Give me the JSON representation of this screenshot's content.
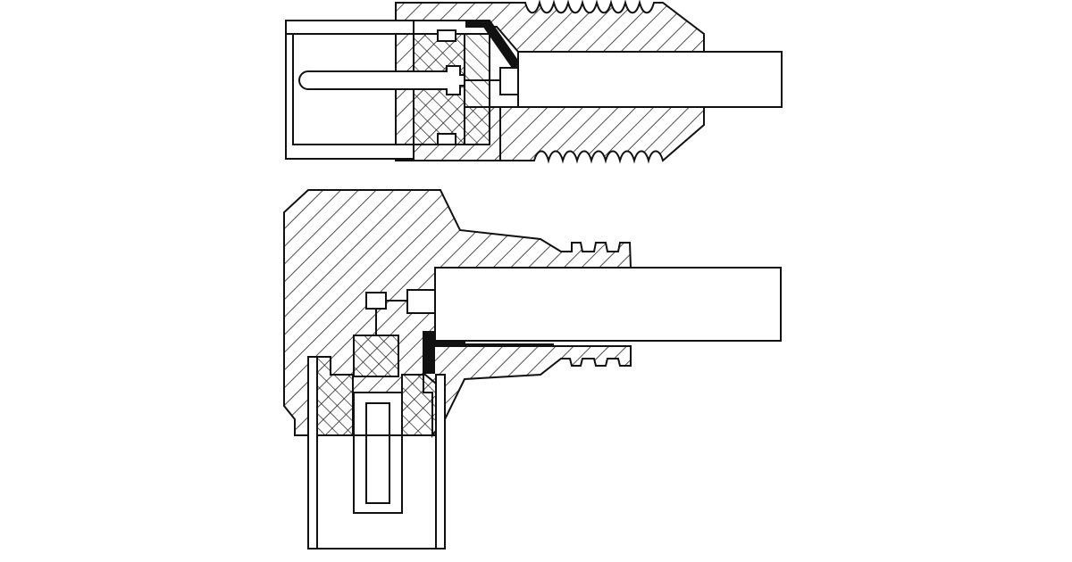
{
  "figure": {
    "views": [
      {
        "id": "straight-connector",
        "type": "cross-section"
      },
      {
        "id": "right-angle-connector",
        "type": "cross-section"
      }
    ]
  },
  "colors": {
    "background": "#ffffff",
    "outline": "#111111",
    "hatch": "#222222",
    "seal": "#111111"
  }
}
